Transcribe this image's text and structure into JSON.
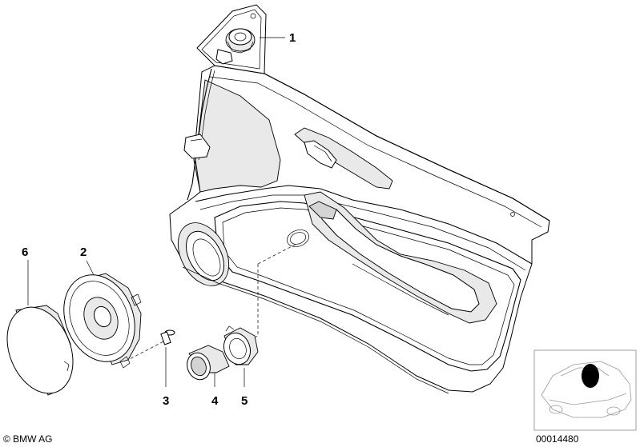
{
  "callouts": [
    {
      "label": "1"
    },
    {
      "label": "2"
    },
    {
      "label": "3"
    },
    {
      "label": "4"
    },
    {
      "label": "5"
    },
    {
      "label": "6"
    }
  ],
  "footer": {
    "copyright": "© BMW AG",
    "diagram_number": "00014480"
  }
}
